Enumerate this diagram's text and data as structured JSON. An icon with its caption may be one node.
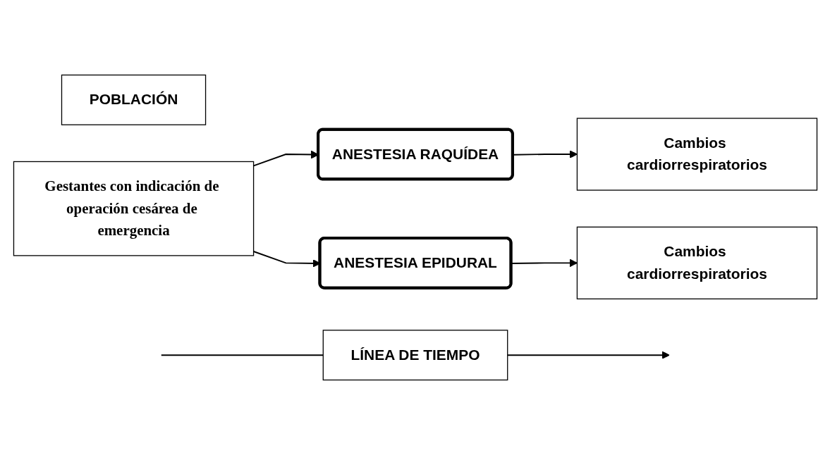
{
  "diagram": {
    "nodes": [
      {
        "text": [
          "LÍNEA DE TIEMPO"
        ]
      },
      {
        "text": [
          "POBLACIÓN"
        ]
      },
      {
        "text": [
          "Gestantes con indicación de operación cesárea de emergencia"
        ]
      },
      {
        "text": [
          "ANESTESIA RAQUÍDEA"
        ]
      },
      {
        "text": [
          "Cambios cardiorrespiratorios"
        ]
      },
      {
        "text": [
          "ANESTESIA EPIDURAL"
        ]
      },
      {
        "text": [
          "Cambios cardiorrespiratorios"
        ]
      }
    ],
    "edges": [
      {
        "from": null,
        "to": 0,
        "arrow": "none"
      },
      {
        "from": 0,
        "to": null,
        "arrow": "to"
      },
      {
        "from": 2,
        "to": 3,
        "arrow": "to"
      },
      {
        "from": 2,
        "to": 5,
        "arrow": "to"
      },
      {
        "from": 3,
        "to": 4,
        "arrow": "to"
      },
      {
        "from": 5,
        "to": 6,
        "arrow": "to"
      }
    ]
  }
}
